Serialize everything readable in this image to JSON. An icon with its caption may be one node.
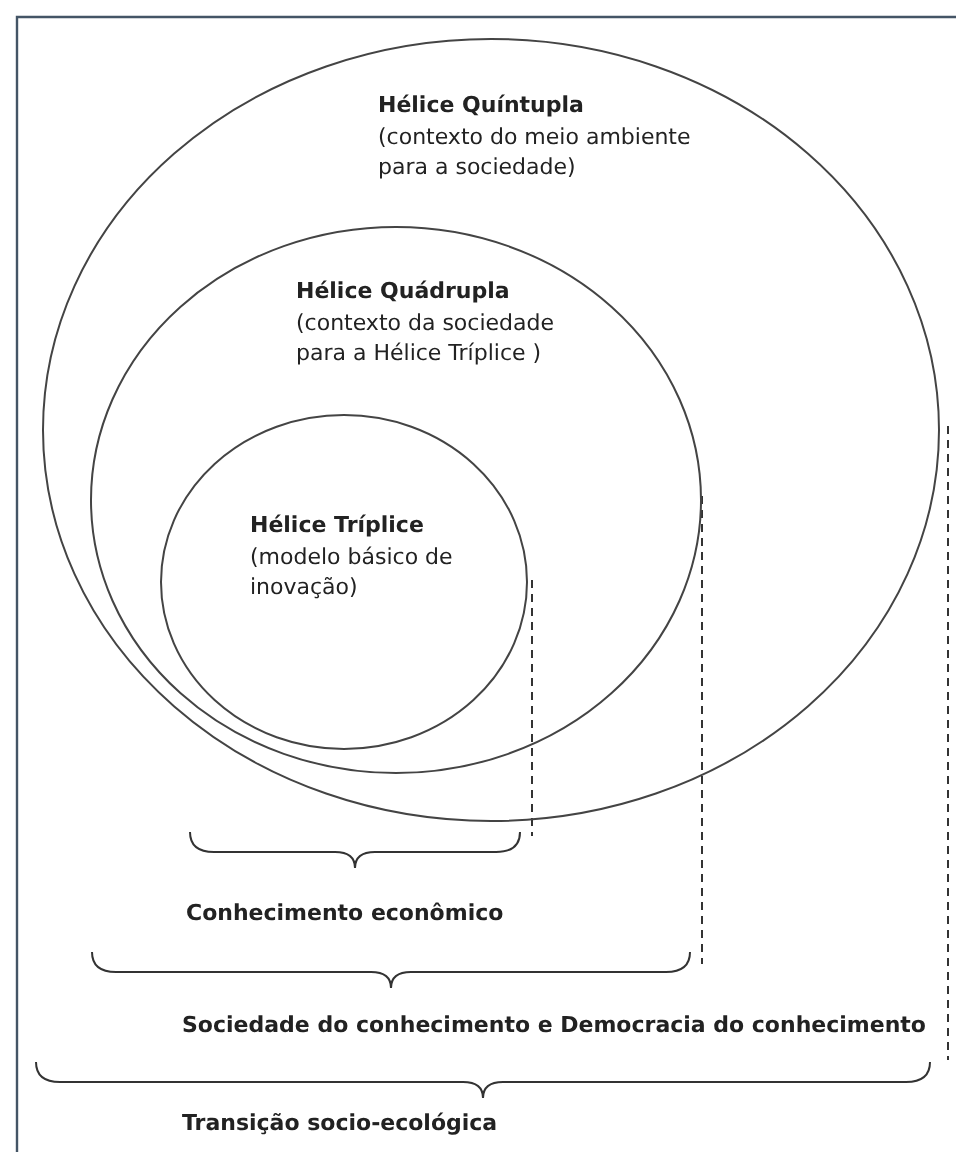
{
  "diagram": {
    "nodes": [
      {
        "text": [
          "Hélice Quíntupla",
          "(contexto do meio ambiente para a sociedade)"
        ]
      },
      {
        "text": [
          "Hélice Quádrupla",
          "(contexto da sociedade para a Hélice Tríplice )"
        ],
        "in": 0
      },
      {
        "text": [
          "Hélice Tríplice",
          "(modelo básico de inovação)"
        ],
        "in": 1
      }
    ],
    "labels": [
      "Conhecimento econômico",
      "Sociedade do conhecimento e Democracia do conhecimento",
      "Transição socio-ecológica"
    ]
  }
}
